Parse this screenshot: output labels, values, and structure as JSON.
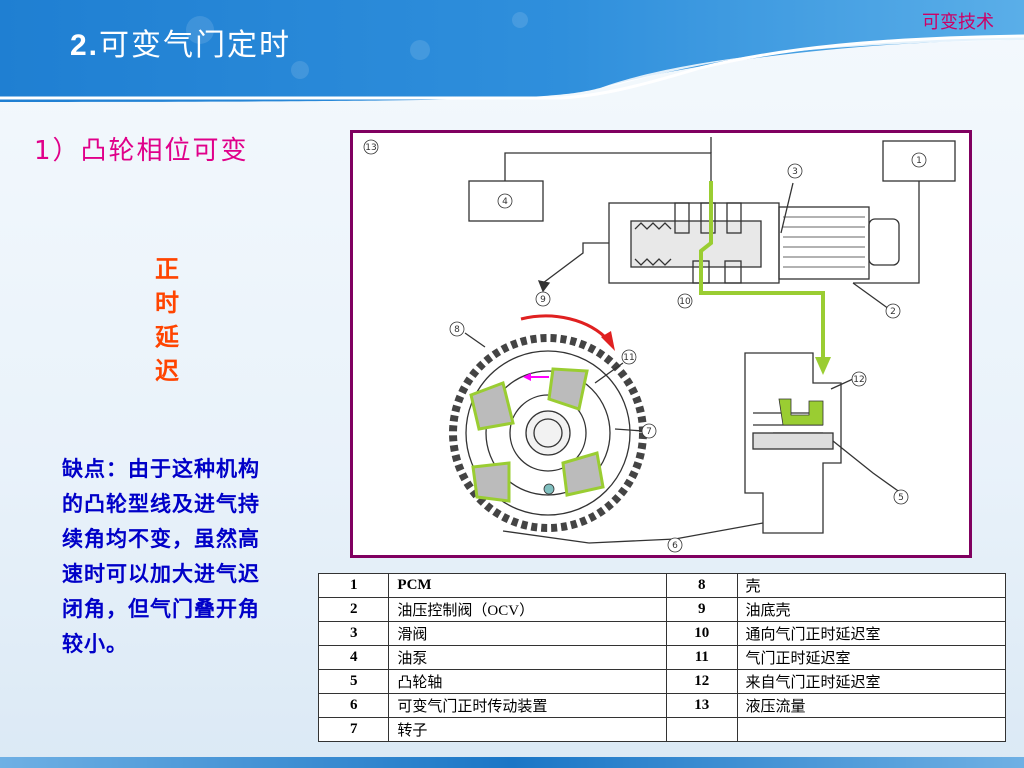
{
  "header": {
    "title_number": "2.",
    "title_text": "可变气门定时",
    "corner_label": "可变技术"
  },
  "subtitle": "1）凸轮相位可变",
  "vertical_note": [
    "正",
    "时",
    "延",
    "迟"
  ],
  "drawback_text": "缺点：由于这种机构的凸轮型线及进气持续角均不变，虽然高速时可以加大进气迟闭角，但气门叠开角较小。",
  "diagram": {
    "callouts": [
      "1",
      "2",
      "3",
      "4",
      "5",
      "6",
      "7",
      "8",
      "9",
      "10",
      "11",
      "12",
      "13"
    ],
    "colors": {
      "oil_flow": "#9acd32",
      "rotation_arrow": "#e02020",
      "direction_arrow": "#ff00ff",
      "frame": "#800060"
    }
  },
  "parts_table": {
    "rows": [
      {
        "n1": "1",
        "d1": "PCM",
        "n2": "8",
        "d2": "壳"
      },
      {
        "n1": "2",
        "d1": "油压控制阀（OCV）",
        "n2": "9",
        "d2": "油底壳"
      },
      {
        "n1": "3",
        "d1": "滑阀",
        "n2": "10",
        "d2": "通向气门正时延迟室"
      },
      {
        "n1": "4",
        "d1": "油泵",
        "n2": "11",
        "d2": "气门正时延迟室"
      },
      {
        "n1": "5",
        "d1": "凸轮轴",
        "n2": "12",
        "d2": "来自气门正时延迟室"
      },
      {
        "n1": "6",
        "d1": "可变气门正时传动装置",
        "n2": "13",
        "d2": "液压流量"
      },
      {
        "n1": "7",
        "d1": "转子",
        "n2": "",
        "d2": ""
      }
    ]
  }
}
